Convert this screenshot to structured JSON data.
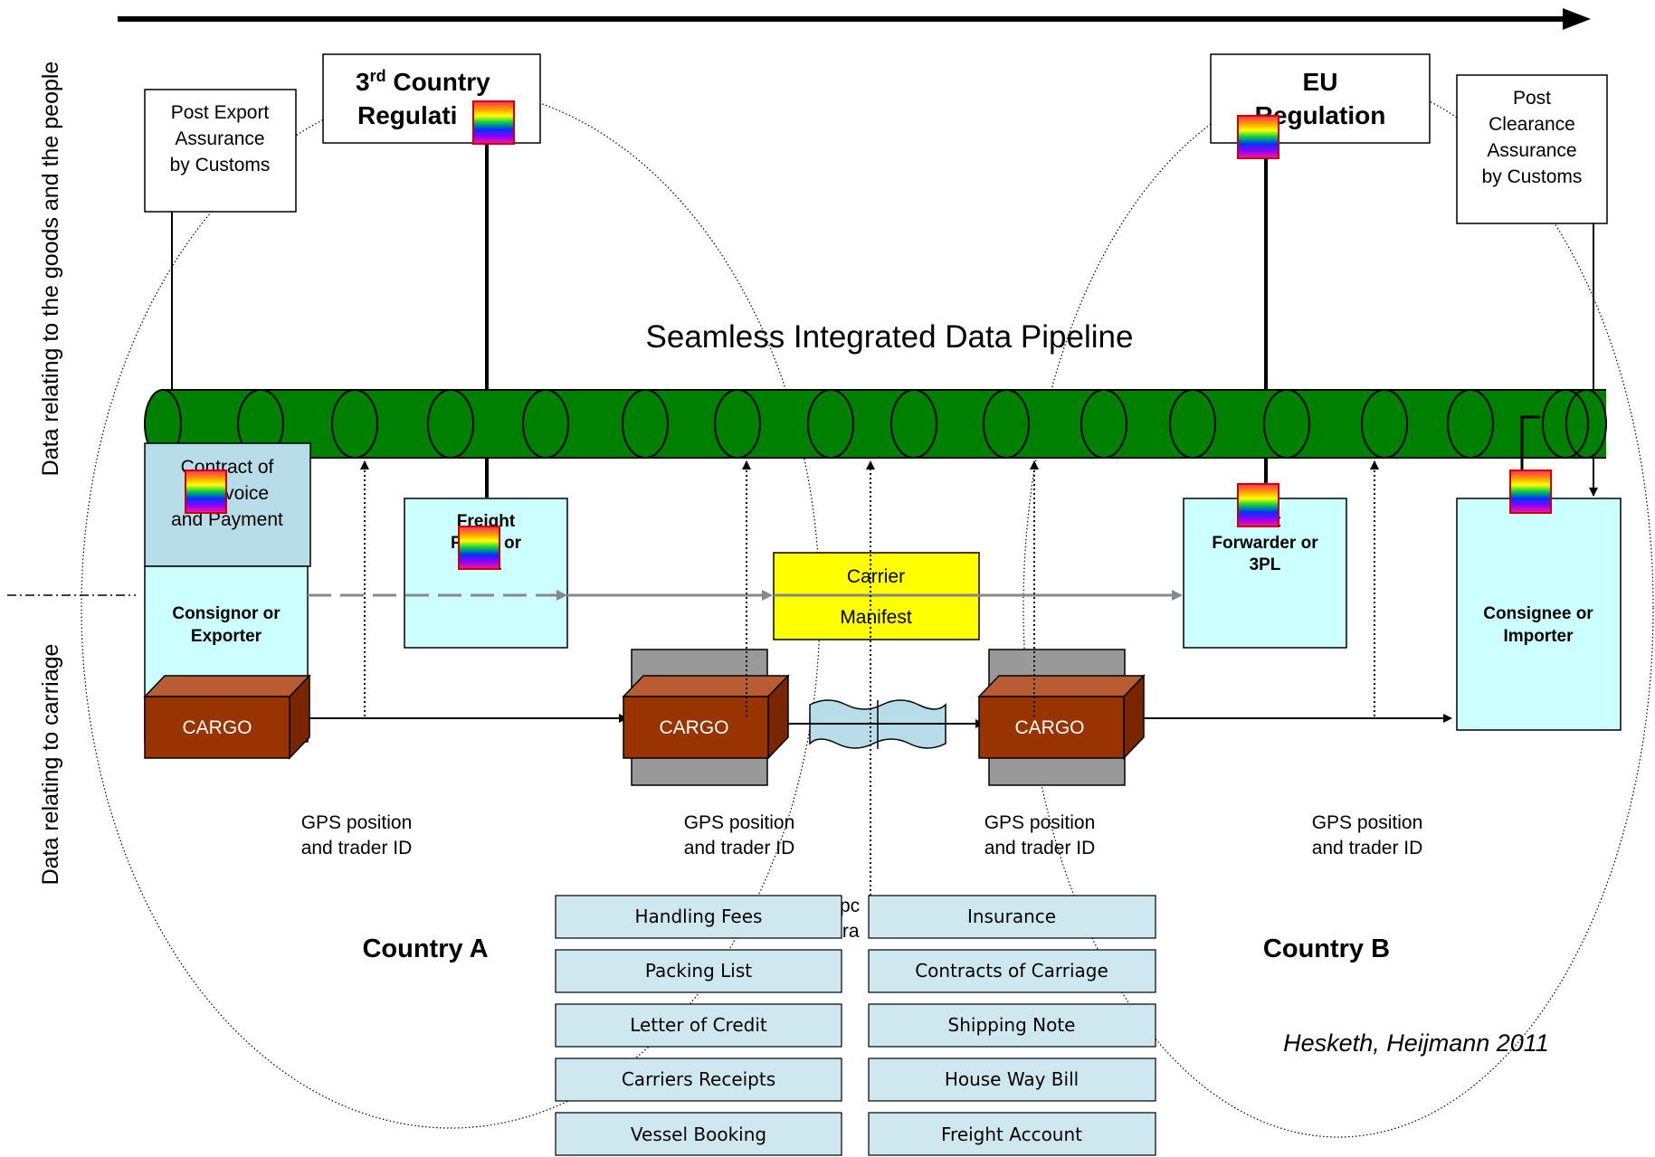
{
  "side_labels": {
    "upper": "Data relating to the goods and the people",
    "lower": "Data relating to carriage"
  },
  "regulations": {
    "third_country_line1_main": "3",
    "third_country_line1_sup": "rd",
    "third_country_line1_rest": " Country",
    "third_country_line2": "Regulati",
    "eu_line1": "EU",
    "eu_line2": "Regulation"
  },
  "assurance": {
    "post_export": [
      "Post Export",
      "Assurance",
      "by Customs"
    ],
    "post_clearance": [
      "Post",
      "Clearance",
      "Assurance",
      "by Customs"
    ]
  },
  "pipeline_title": "Seamless Integrated Data Pipeline",
  "contract_box": [
    "Contract of",
    "Sa      nvoice",
    "and Payment"
  ],
  "parties": {
    "consignor": [
      "Consignor or",
      "Exporter"
    ],
    "freight_left": [
      "Freight",
      "For        er or",
      "3PL"
    ],
    "freight_right": [
      "F      ht",
      "Forwarder or",
      "3PL"
    ],
    "consignee": [
      "Consignee or",
      "Importer"
    ]
  },
  "manifest": [
    "Carrier",
    "Manifest"
  ],
  "cargo_label": "CARGO",
  "gps": [
    "GPS position",
    "and trader ID"
  ],
  "partial_center_text": [
    "pc",
    "tra"
  ],
  "documents": {
    "left": [
      "Handling Fees",
      "Packing List",
      "Letter of Credit",
      "Carriers Receipts",
      "Vessel Booking"
    ],
    "right": [
      "Insurance",
      "Contracts of Carriage",
      "Shipping Note",
      "House Way Bill",
      "Freight Account"
    ]
  },
  "countries": {
    "a": "Country A",
    "b": "Country B"
  },
  "credit": "Hesketh, Heijmann 2011",
  "colors": {
    "pipeline": "#008000",
    "party_box": "#ccffff",
    "contract_box": "#b7dde8",
    "manifest": "#ffff00",
    "cargo_front": "#993300",
    "cargo_side": "#7a2600",
    "cargo_top": "#b85c33",
    "document_box": "#cde8ef",
    "container": "#999999"
  }
}
